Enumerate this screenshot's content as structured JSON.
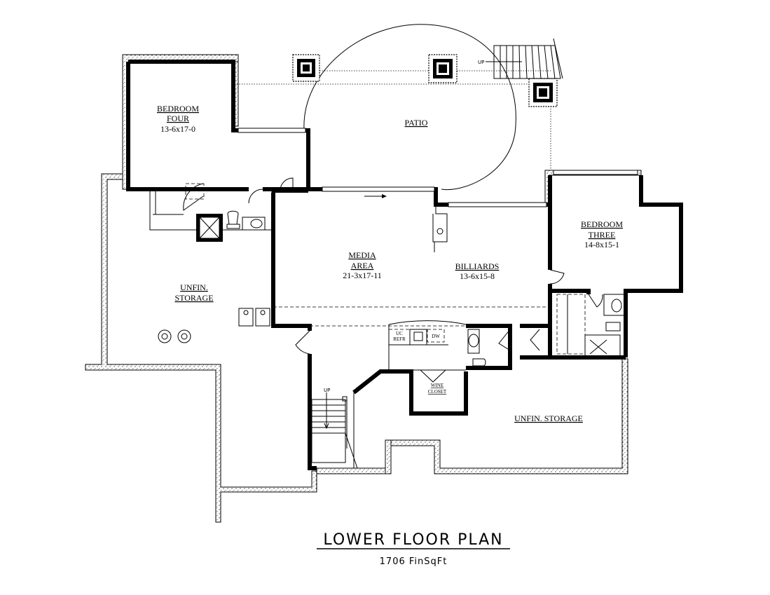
{
  "plan": {
    "title": "LOWER FLOOR PLAN",
    "area": "1706 FinSqFt"
  },
  "rooms": {
    "bedroom_four": {
      "name_line1": "BEDROOM",
      "name_line2": "FOUR",
      "size": "13-6x17-0"
    },
    "patio": {
      "name": "PATIO"
    },
    "media_area": {
      "name_line1": "MEDIA",
      "name_line2": "AREA",
      "size": "21-3x17-11"
    },
    "billiards": {
      "name": "BILLIARDS",
      "size": "13-6x15-8"
    },
    "bedroom_three": {
      "name_line1": "BEDROOM",
      "name_line2": "THREE",
      "size": "14-8x15-1"
    },
    "unfin_storage_left": {
      "name_line1": "UNFIN.",
      "name_line2": "STORAGE"
    },
    "unfin_storage_right": {
      "name": "UNFIN. STORAGE"
    },
    "wine_closet": {
      "name_line1": "WINE",
      "name_line2": "CLOSET"
    }
  },
  "fixtures": {
    "uc_refr_line1": "UC",
    "uc_refr_line2": "REFR",
    "dishwasher": "DW",
    "stair_up_patio": "UP",
    "stair_up_main": "UP"
  }
}
